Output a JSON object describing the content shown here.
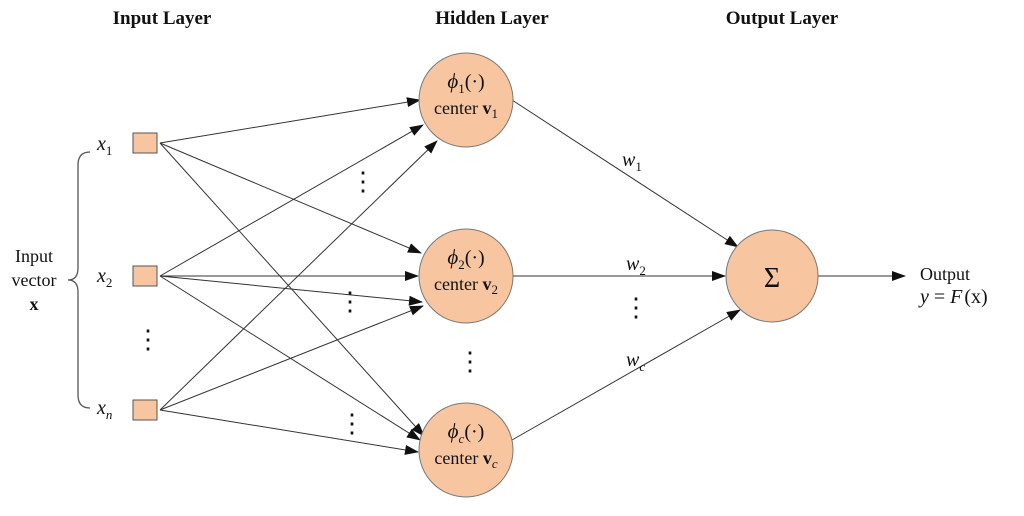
{
  "headers": {
    "input": "Input Layer",
    "hidden": "Hidden Layer",
    "output": "Output Layer"
  },
  "input_vector": {
    "line1": "Input",
    "line2": "vector",
    "symbol": "x"
  },
  "inputs": [
    {
      "var": "x",
      "sub": "1"
    },
    {
      "var": "x",
      "sub": "2"
    },
    {
      "var": "x",
      "sub": "n"
    }
  ],
  "hidden_nodes": [
    {
      "phi": "ϕ",
      "sub": "1",
      "arg": "(·)",
      "center_word": "center",
      "center_var": "v",
      "center_sub": "1"
    },
    {
      "phi": "ϕ",
      "sub": "2",
      "arg": "(·)",
      "center_word": "center",
      "center_var": "v",
      "center_sub": "2"
    },
    {
      "phi": "ϕ",
      "sub": "c",
      "arg": "(·)",
      "center_word": "center",
      "center_var": "v",
      "center_sub": "c"
    }
  ],
  "weights": [
    {
      "var": "w",
      "sub": "1"
    },
    {
      "var": "w",
      "sub": "2"
    },
    {
      "var": "w",
      "sub": "c"
    }
  ],
  "sum_symbol": "Σ",
  "output": {
    "word": "Output",
    "lhs": "y",
    "eq": "=",
    "func": "F",
    "arg": "(x)"
  },
  "ellipsis": "⋮",
  "colors": {
    "node_fill": "#f7c6a1",
    "edge": "#333333"
  }
}
